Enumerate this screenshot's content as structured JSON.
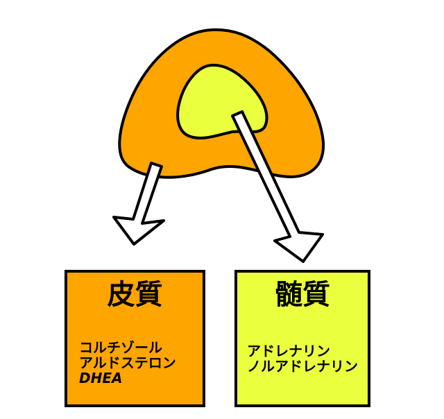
{
  "colors": {
    "cortex": "#fea500",
    "medulla": "#eaff3d",
    "outline": "#000000",
    "arrow_fill": "#ffffff"
  },
  "cortex": {
    "title": "皮質",
    "hormones": [
      "コルチゾール",
      "アルドステロン",
      "DHEA"
    ]
  },
  "medulla": {
    "title": "髄質",
    "hormones": [
      "アドレナリン",
      "ノルアドレナリン"
    ]
  }
}
